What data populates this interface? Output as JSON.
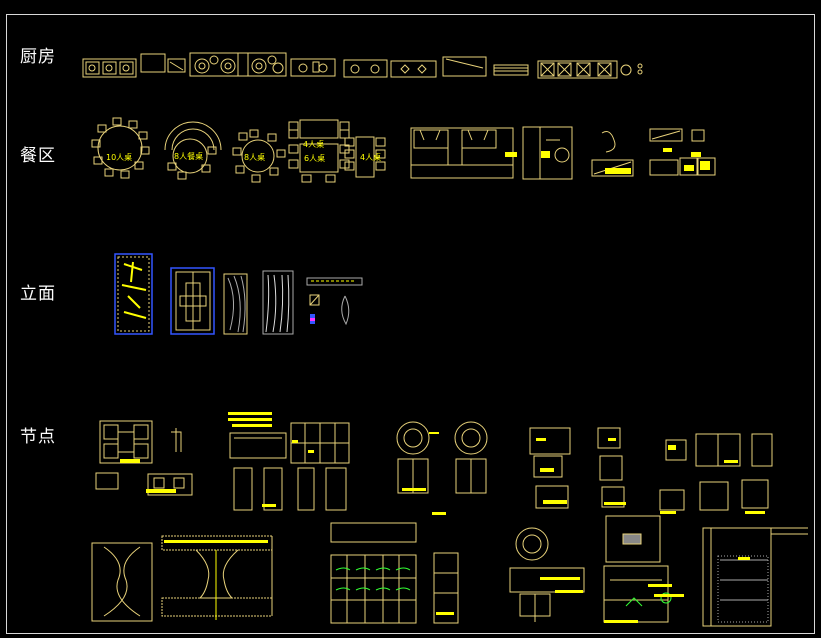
{
  "sections": [
    {
      "key": "kitchen",
      "label": "厨房"
    },
    {
      "key": "dining",
      "label": "餐区"
    },
    {
      "key": "elevation",
      "label": "立面"
    },
    {
      "key": "node",
      "label": "节点"
    }
  ],
  "table_labels": {
    "round_table_10": "10人桌",
    "round_table_curve": "8人餐桌",
    "round_table_8": "8人桌",
    "table_6": "6人桌",
    "table_4a": "4人桌",
    "table_4b": "4人桌"
  },
  "colors": {
    "background": "#000000",
    "line": "#e8d27a",
    "highlight": "#ffff00",
    "white": "#ffffff",
    "blue": "#3355ff",
    "magenta": "#ff33ff",
    "green": "#33ff33",
    "gray": "#aaaaaa"
  }
}
